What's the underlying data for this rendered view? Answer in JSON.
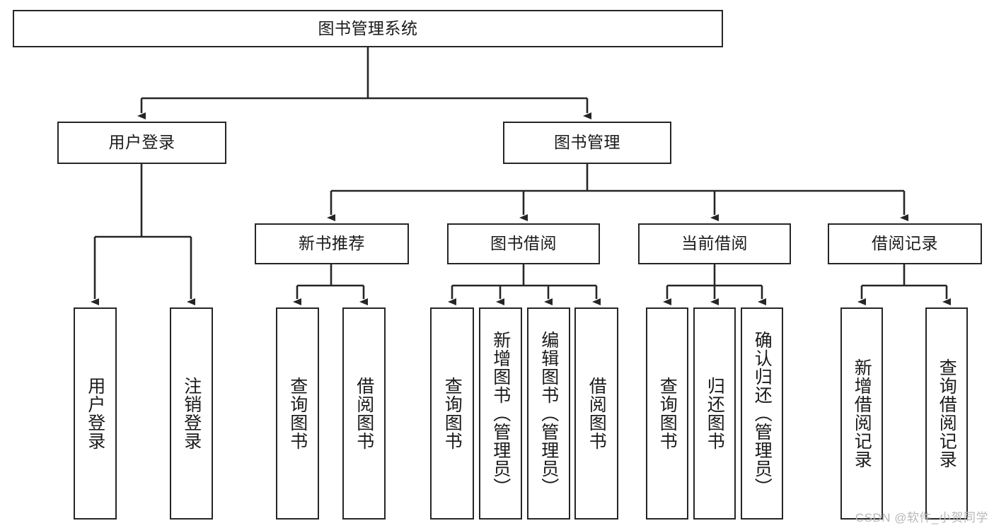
{
  "diagram": {
    "title": "图书管理系统",
    "type": "tree-hierarchy-diagram",
    "watermark": "CSDN @软件_小贺同学",
    "colors": {
      "stroke": "#262626",
      "background": "#ffffff",
      "text": "#1a1a1a",
      "watermark": "#b8b8b8"
    },
    "nodes": {
      "root": {
        "id": "root",
        "label": "图书管理系统",
        "orientation": "horizontal",
        "level": 0
      },
      "level1": [
        {
          "id": "user-login",
          "label": "用户登录",
          "orientation": "horizontal",
          "level": 1
        },
        {
          "id": "book-manage",
          "label": "图书管理",
          "orientation": "horizontal",
          "level": 1
        }
      ],
      "level2": [
        {
          "id": "new-book-recommend",
          "label": "新书推荐",
          "orientation": "horizontal",
          "level": 2,
          "parent": "book-manage"
        },
        {
          "id": "book-borrow",
          "label": "图书借阅",
          "orientation": "horizontal",
          "level": 2,
          "parent": "book-manage"
        },
        {
          "id": "current-borrow",
          "label": "当前借阅",
          "orientation": "horizontal",
          "level": 2,
          "parent": "book-manage"
        },
        {
          "id": "borrow-record",
          "label": "借阅记录",
          "orientation": "horizontal",
          "level": 2,
          "parent": "book-manage"
        }
      ],
      "leaves": [
        {
          "id": "leaf-user-login",
          "label": "用户登录",
          "orientation": "vertical",
          "parent": "user-login"
        },
        {
          "id": "leaf-logout",
          "label": "注销登录",
          "orientation": "vertical",
          "parent": "user-login"
        },
        {
          "id": "leaf-query-book-1",
          "label": "查询图书",
          "orientation": "vertical",
          "parent": "new-book-recommend"
        },
        {
          "id": "leaf-borrow-book-1",
          "label": "借阅图书",
          "orientation": "vertical",
          "parent": "new-book-recommend"
        },
        {
          "id": "leaf-query-book-2",
          "label": "查询图书",
          "orientation": "vertical",
          "parent": "book-borrow"
        },
        {
          "id": "leaf-add-book",
          "label": "新增图书（管理员）",
          "orientation": "vertical",
          "parent": "book-borrow"
        },
        {
          "id": "leaf-edit-book",
          "label": "编辑图书（管理员）",
          "orientation": "vertical",
          "parent": "book-borrow"
        },
        {
          "id": "leaf-borrow-book-2",
          "label": "借阅图书",
          "orientation": "vertical",
          "parent": "book-borrow"
        },
        {
          "id": "leaf-query-book-3",
          "label": "查询图书",
          "orientation": "vertical",
          "parent": "current-borrow"
        },
        {
          "id": "leaf-return-book",
          "label": "归还图书",
          "orientation": "vertical",
          "parent": "current-borrow"
        },
        {
          "id": "leaf-confirm-return",
          "label": "确认归还（管理员）",
          "orientation": "vertical",
          "parent": "current-borrow"
        },
        {
          "id": "leaf-add-record",
          "label": "新增借阅记录",
          "orientation": "vertical",
          "parent": "borrow-record"
        },
        {
          "id": "leaf-query-record",
          "label": "查询借阅记录",
          "orientation": "vertical",
          "parent": "borrow-record"
        }
      ]
    }
  }
}
